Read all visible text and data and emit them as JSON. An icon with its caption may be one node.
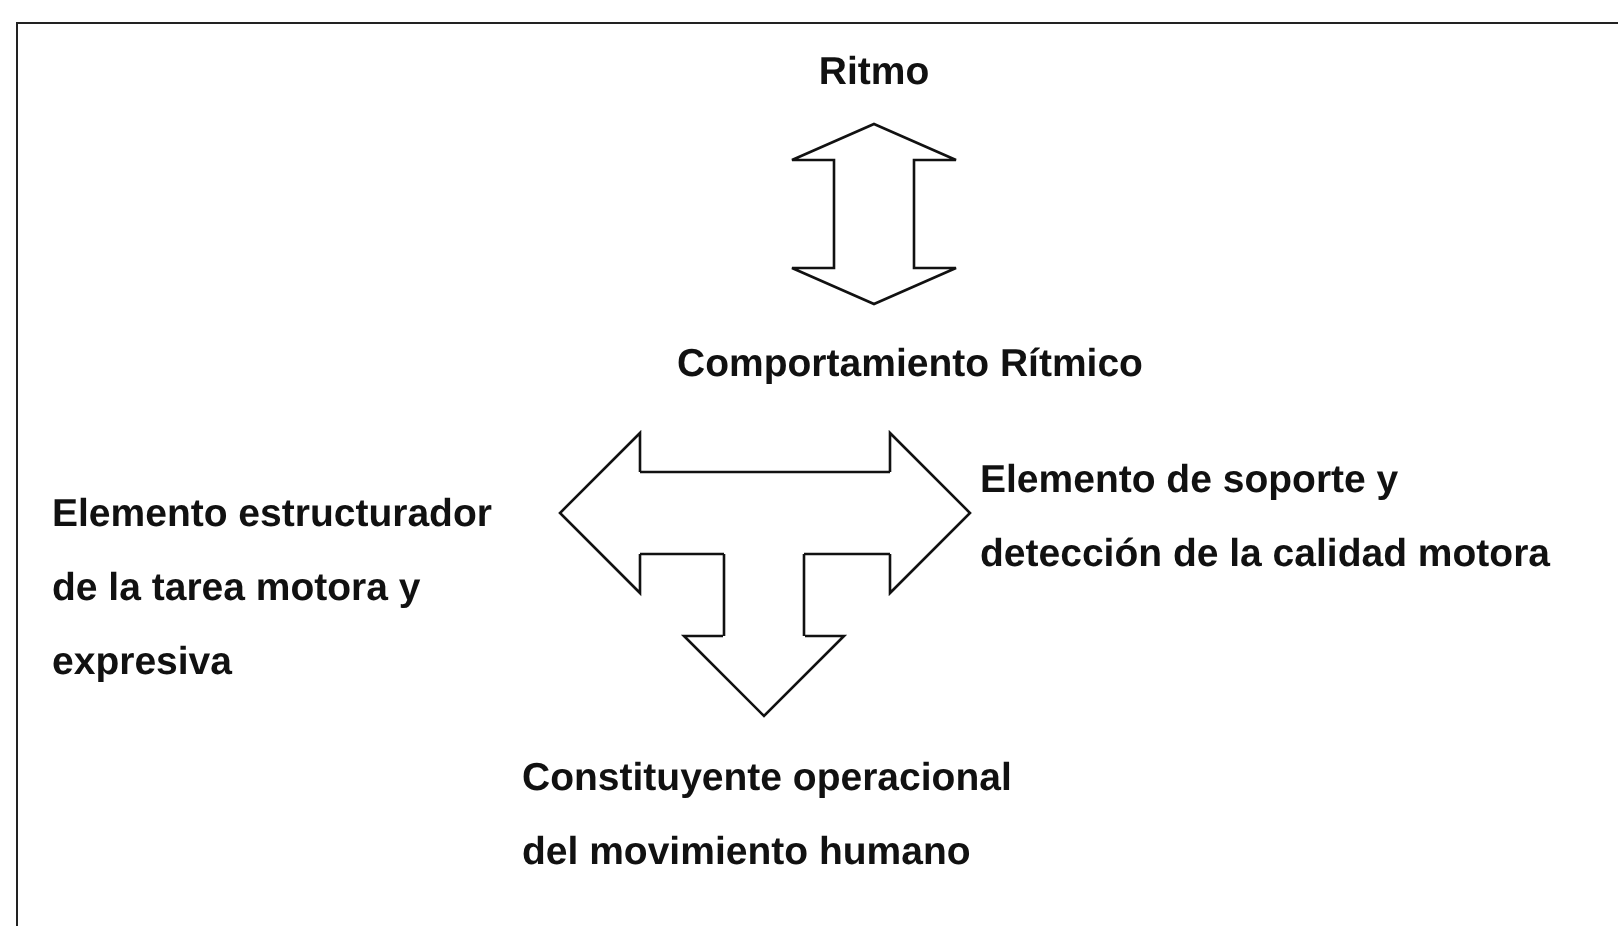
{
  "diagram": {
    "nodes": [
      {
        "text": [
          "Ritmo"
        ]
      },
      {
        "text": [
          "Comportamiento Rítmico"
        ]
      },
      {
        "text": [
          "Elemento estructurador de la tarea motora y expresiva"
        ]
      },
      {
        "text": [
          "Elemento de soporte y detección de la calidad motora"
        ]
      },
      {
        "text": [
          "Constituyente operacional del movimiento humano"
        ]
      }
    ],
    "edges": [
      {
        "from": 0,
        "to": 1,
        "arrow": "both"
      },
      {
        "from": null,
        "to": 2,
        "arrow": "to"
      },
      {
        "from": null,
        "to": 3,
        "arrow": "to"
      },
      {
        "from": null,
        "to": 4,
        "arrow": "to"
      }
    ]
  }
}
